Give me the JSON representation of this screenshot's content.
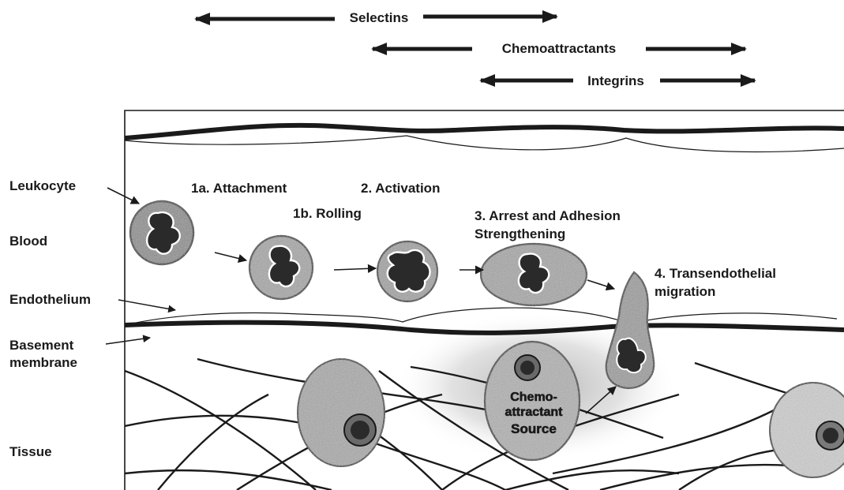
{
  "molecules": {
    "selectins": "Selectins",
    "chemoattractants": "Chemoattractants",
    "integrins": "Integrins"
  },
  "layers": {
    "leukocyte": "Leukocyte",
    "blood": "Blood",
    "endothelium": "Endothelium",
    "basement_line1": "Basement",
    "basement_line2": "membrane",
    "tissue": "Tissue"
  },
  "steps": {
    "attachment": "1a. Attachment",
    "rolling": "1b. Rolling",
    "activation": "2. Activation",
    "arrest_line1": "3. Arrest and Adhesion",
    "arrest_line2": "Strengthening",
    "migration_line1": "4. Transendothelial",
    "migration_line2": "migration"
  },
  "source": {
    "line1": "Chemo-",
    "line2": "attractant",
    "line3": "Source"
  },
  "colors": {
    "ink": "#1a1a1a",
    "cell_fill": "#9a9a9a",
    "nucleus": "#2a2a2a",
    "haze": "#b8b8b8"
  }
}
